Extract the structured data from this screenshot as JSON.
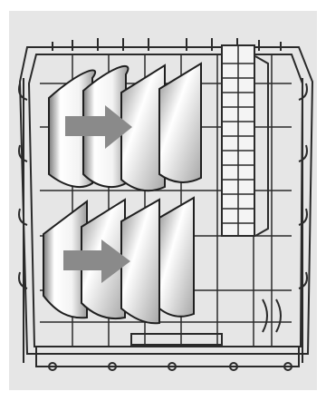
{
  "illustration": {
    "subject": "dishwasher-lower-rack",
    "items": [
      {
        "kind": "plate-row",
        "count": 4,
        "arrow": "right"
      },
      {
        "kind": "plate-row",
        "count": 4,
        "arrow": "right"
      }
    ],
    "cutlery_basket": true
  },
  "colors": {
    "background": "#e6e6e6",
    "rack_wire": "#2a2a2a",
    "plate_fill_light": "#ffffff",
    "plate_fill_dark": "#8d8d8d",
    "arrow_fill": "#8a8a8a"
  }
}
